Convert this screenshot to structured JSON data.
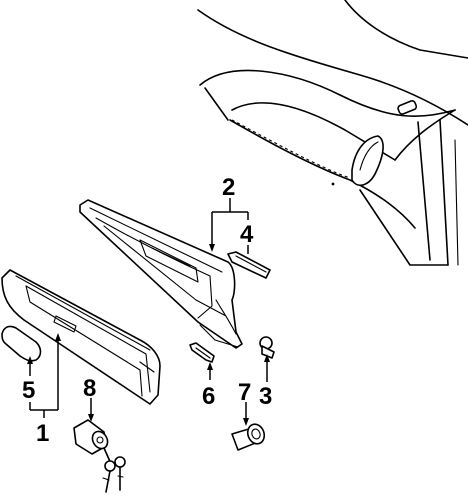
{
  "diagram": {
    "callouts": [
      {
        "id": "callout-1",
        "text": "1"
      },
      {
        "id": "callout-2",
        "text": "2"
      },
      {
        "id": "callout-3",
        "text": "3"
      },
      {
        "id": "callout-4",
        "text": "4"
      },
      {
        "id": "callout-5",
        "text": "5"
      },
      {
        "id": "callout-6",
        "text": "6"
      },
      {
        "id": "callout-7",
        "text": "7"
      },
      {
        "id": "callout-8",
        "text": "8"
      }
    ]
  }
}
